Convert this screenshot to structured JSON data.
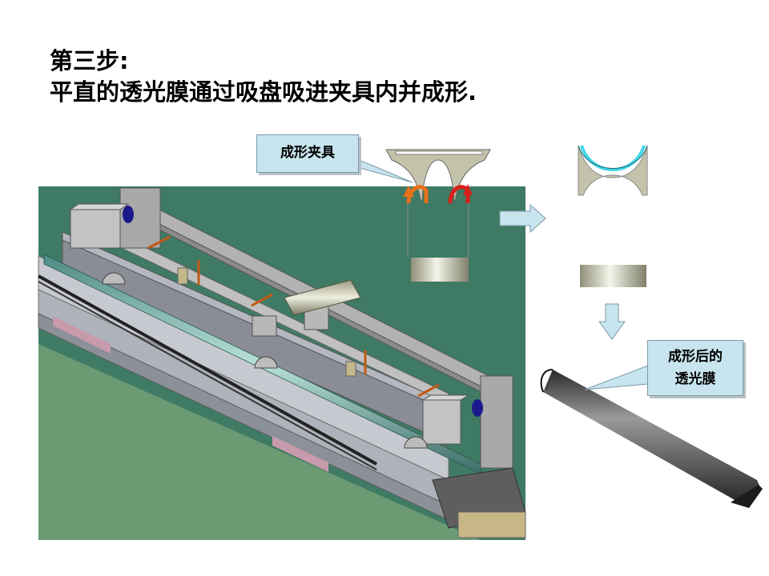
{
  "slide": {
    "title_line1": "第三步:",
    "title_line2": "平直的透光膜通过吸盘吸进夹具内并成形."
  },
  "callouts": {
    "forming_fixture": "成形夹具",
    "formed_film_line1": "成形后的",
    "formed_film_line2": "透光膜"
  },
  "colors": {
    "callout_fill": "#c8e4ee",
    "arrow_orange": "#e8701a",
    "arrow_red": "#d8201a",
    "film_cyan": "#40d8e8",
    "machine_base": "#3f7a64",
    "flow_arrow": "#c8e4ee"
  }
}
